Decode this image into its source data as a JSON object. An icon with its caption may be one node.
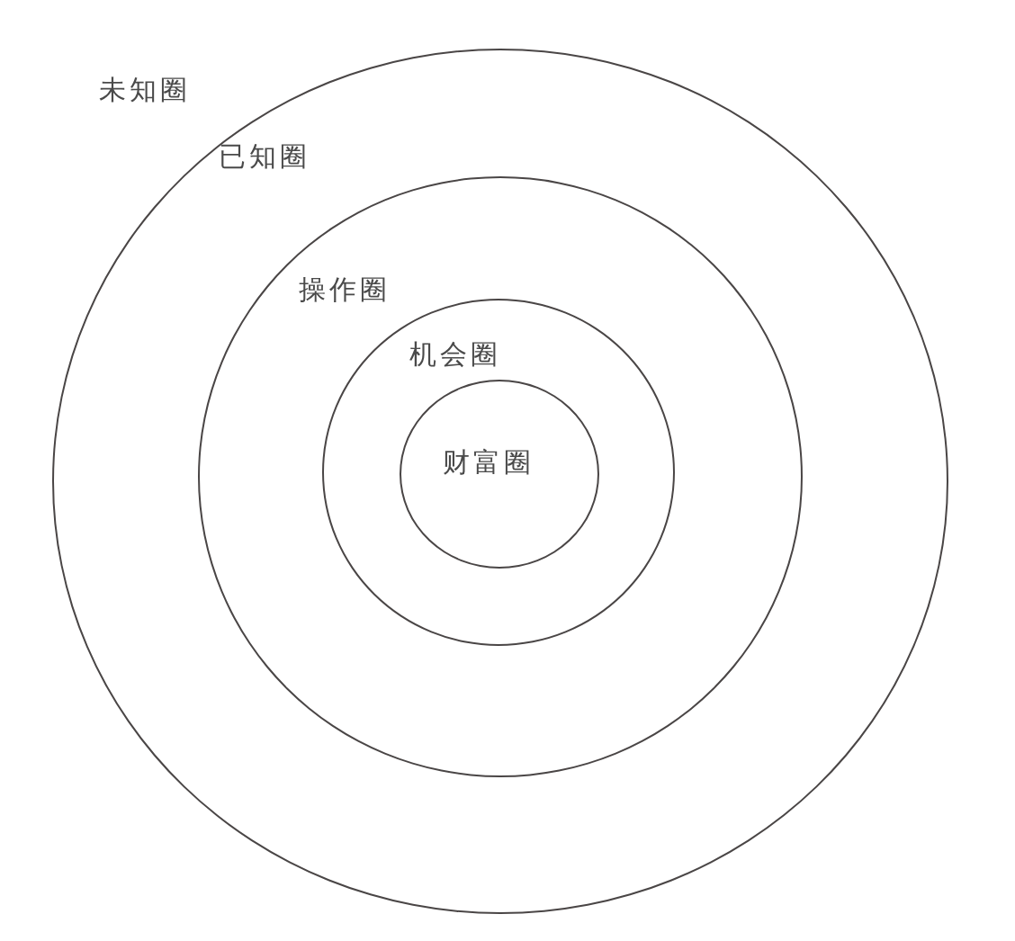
{
  "diagram": {
    "nodes": [
      {
        "text": [
          "已知圈"
        ]
      },
      {
        "text": [
          "操作圈"
        ],
        "in": 0
      },
      {
        "text": [
          "机会圈"
        ],
        "in": 1
      },
      {
        "text": [
          "财富圈"
        ],
        "in": 2
      }
    ],
    "labels": [
      "未知圈"
    ]
  }
}
